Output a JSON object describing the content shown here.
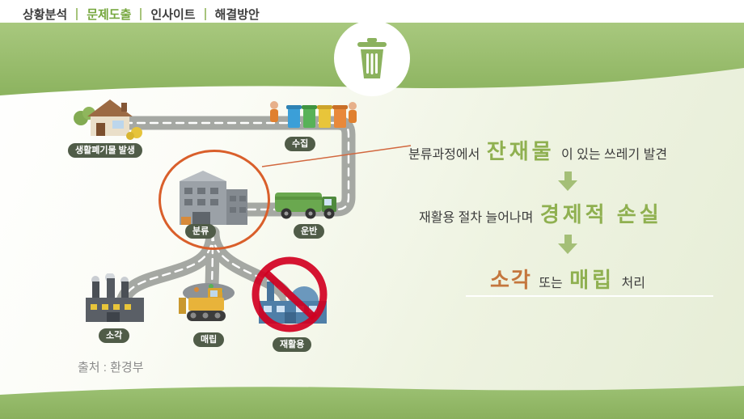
{
  "nav": {
    "items": [
      {
        "label": "상황분석"
      },
      {
        "label": "문제도출"
      },
      {
        "label": "인사이트"
      },
      {
        "label": "해결방안"
      }
    ],
    "active_index": 1
  },
  "diagram": {
    "labels": {
      "waste": "생활폐기물 발생",
      "collect": "수집",
      "sort": "분류",
      "transport": "운반",
      "incinerate": "소각",
      "landfill": "매립",
      "recycle": "재활용"
    }
  },
  "callouts": {
    "line1_pre": "분류과정에서",
    "line1_em": "잔재물",
    "line1_post": "이 있는 쓰레기 발견",
    "line2_pre": "재활용 절차 늘어나며",
    "line2_em": "경제적 손실",
    "line3_em1": "소각",
    "line3_mid": "또는",
    "line3_em2": "매립",
    "line3_post": "처리"
  },
  "source": "출처 : 환경부",
  "colors": {
    "accent_green": "#8fb050",
    "accent_orange": "#c4763d",
    "band_green": "#96bd6a",
    "badge_green": "#505c48",
    "nav_active": "#76a73e",
    "prohibit_red": "#d10021",
    "circle_orange": "#d95f2b",
    "road_gray": "#a5a8a3"
  }
}
